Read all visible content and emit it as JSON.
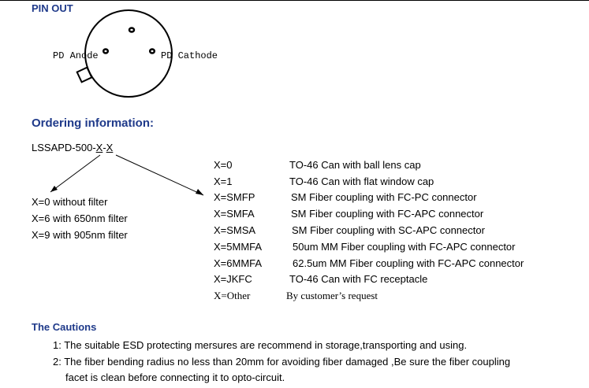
{
  "pinout": {
    "heading": "PIN OUT",
    "label_anode": "PD Anode",
    "label_cathode": "PD Cathode"
  },
  "ordering": {
    "heading": "Ordering information:",
    "part_prefix": "LSSAPD-500-",
    "part_x1": "X",
    "part_sep": "-",
    "part_x2": "X",
    "filters": [
      "X=0 without filter",
      "X=6 with 650nm filter",
      "X=9 with 905nm filter"
    ],
    "options": [
      {
        "code": "X=0",
        "desc": "TO-46 Can with ball lens cap"
      },
      {
        "code": "X=1",
        "desc": "TO-46 Can with flat window cap"
      },
      {
        "code": "X=SMFP",
        "desc": "SM Fiber coupling with FC-PC connector"
      },
      {
        "code": "X=SMFA",
        "desc": "SM Fiber coupling with FC-APC connector"
      },
      {
        "code": "X=SMSA",
        "desc": "SM Fiber coupling with SC-APC connector"
      },
      {
        "code": "X=5MMFA",
        "desc": "50um MM Fiber coupling with FC-APC connector"
      },
      {
        "code": "X=6MMFA",
        "desc": "62.5um MM Fiber coupling with FC-APC connector"
      },
      {
        "code": "X=JKFC",
        "desc": "TO-46 Can with FC receptacle"
      },
      {
        "code": "X=Other",
        "desc": "By customer’s request"
      }
    ]
  },
  "cautions": {
    "heading": "The Cautions",
    "items": [
      "1: The suitable ESD protecting mersures are recommend in storage,transporting and using.",
      "2: The fiber bending radius no less than 20mm for avoiding fiber damaged ,Be sure the fiber coupling",
      "facet is clean before connecting it to opto-circuit."
    ]
  }
}
